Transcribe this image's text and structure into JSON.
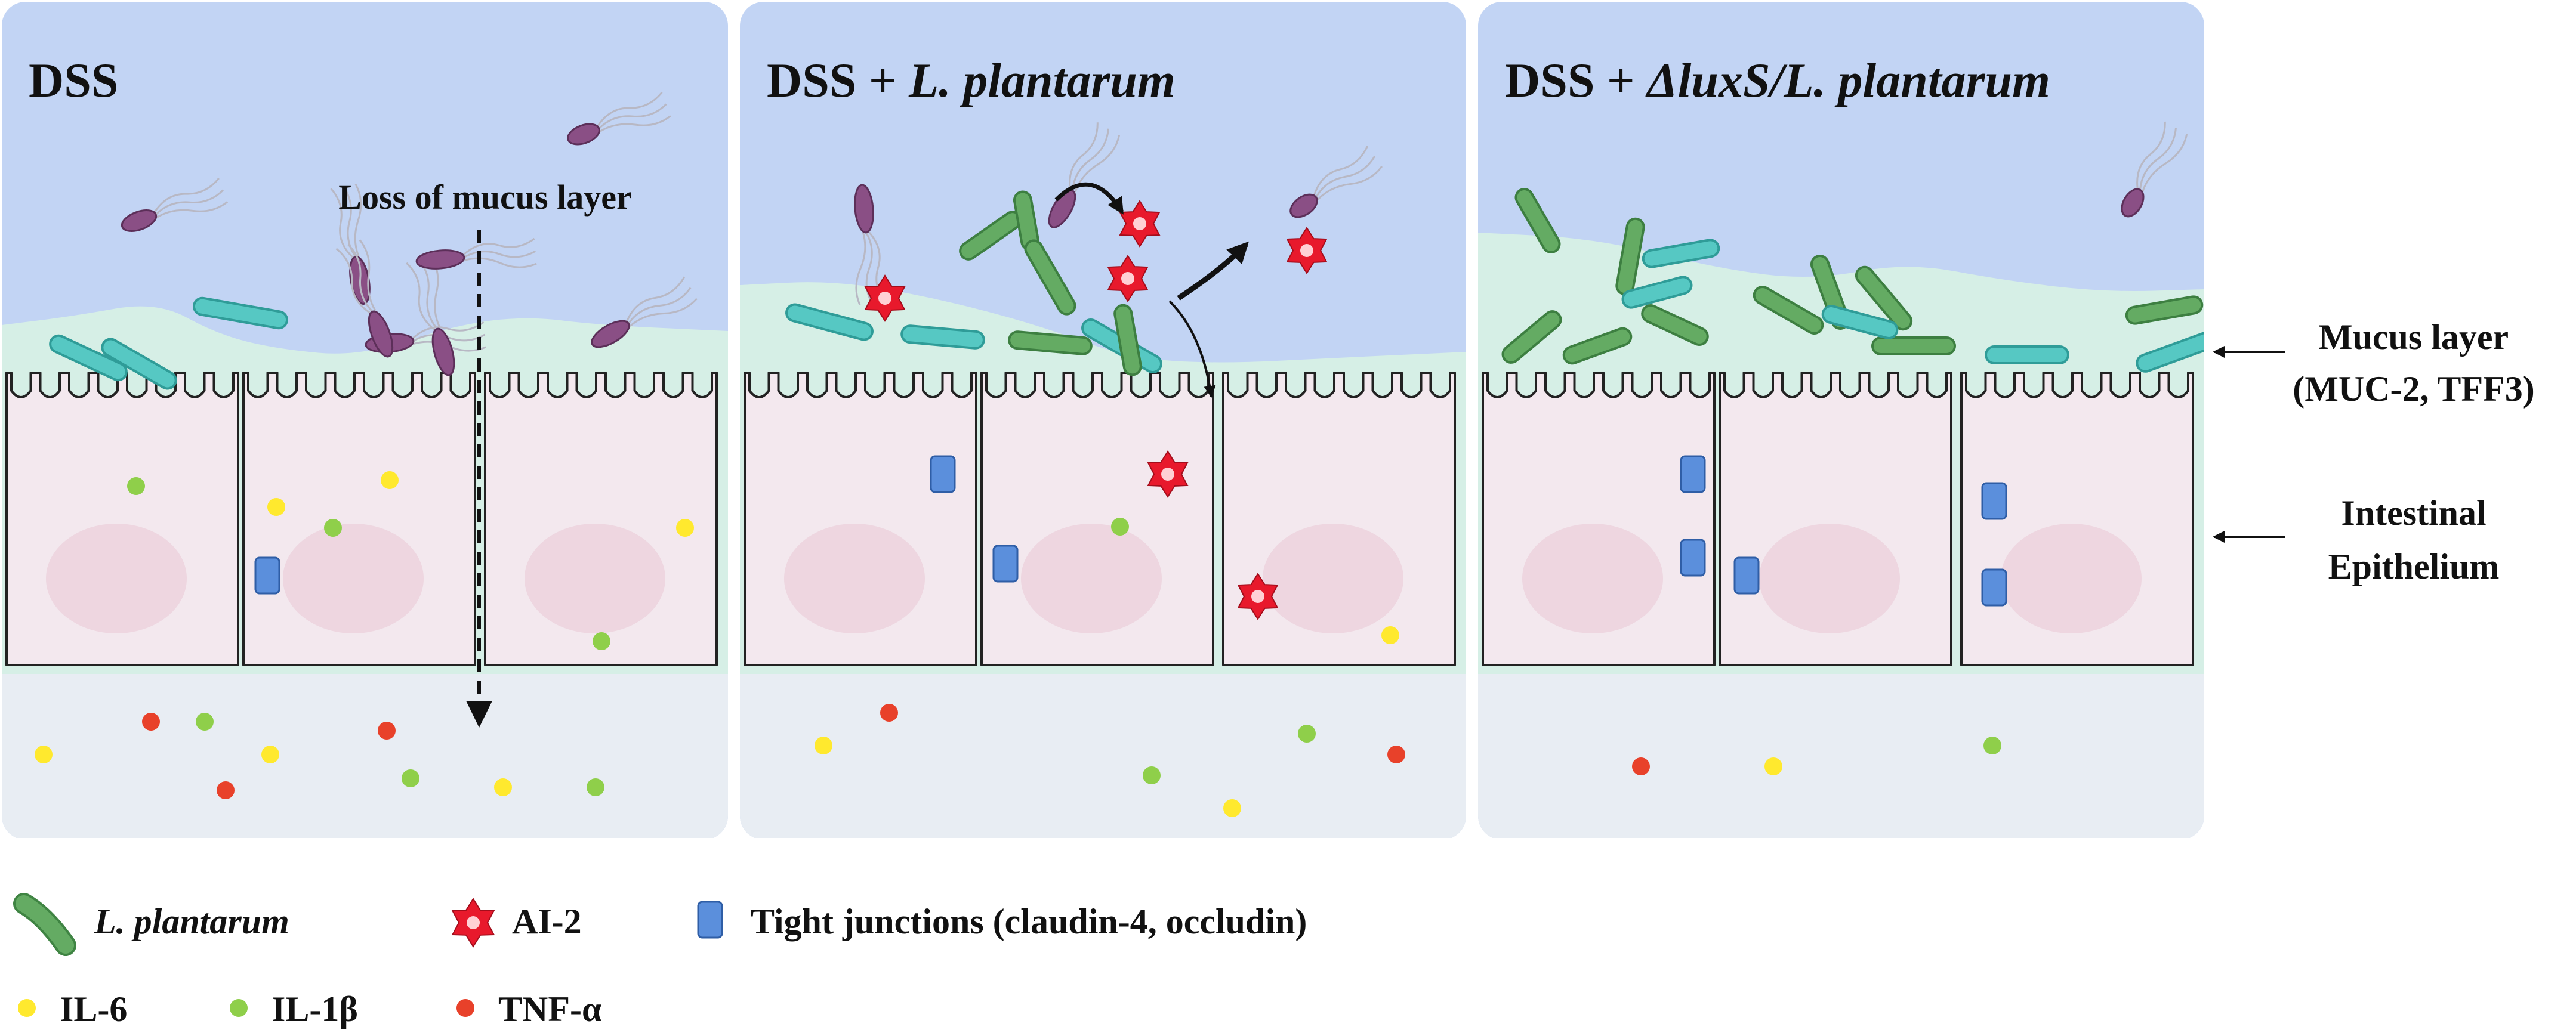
{
  "panels": [
    {
      "id": "dss",
      "title": {
        "parts": [
          {
            "text": "DSS",
            "style": "normal"
          }
        ]
      },
      "annotation": "Loss of mucus layer",
      "mucus": "thin",
      "tight_junctions": 1,
      "ai2": 0,
      "lp_bacteria": 3
    },
    {
      "id": "dss-lp",
      "title": {
        "parts": [
          {
            "text": "DSS + ",
            "style": "normal"
          },
          {
            "text": "L.  plantarum",
            "style": "italic"
          }
        ]
      },
      "annotation": "",
      "mucus": "partial",
      "tight_junctions": 2,
      "ai2": 6,
      "lp_bacteria": 7
    },
    {
      "id": "dss-luxs",
      "title": {
        "parts": [
          {
            "text": "DSS + ",
            "style": "normal"
          },
          {
            "text": "ΔluxS/L.  plantarum",
            "style": "italic"
          }
        ]
      },
      "annotation": "",
      "mucus": "thick",
      "tight_junctions": 5,
      "ai2": 0,
      "lp_bacteria": 12
    }
  ],
  "side_labels": {
    "mucus_line1": "Mucus layer",
    "mucus_line2": "(MUC-2, TFF3)",
    "epi_line1": "Intestinal",
    "epi_line2": "Epithelium"
  },
  "legend": {
    "lp": "L.  plantarum",
    "ai2": "AI-2",
    "tj": "Tight junctions (claudin-4, occludin)",
    "il6": "IL-6",
    "il1b": "IL-1β",
    "tnf": "TNF-α"
  },
  "colors": {
    "lumen": "#c2d4f4",
    "mucus": "#d6efe6",
    "cell": "#f3e8ee",
    "nucleus": "#ecd2dd",
    "lamina": "#e8edf3",
    "lp_green": "#64ab63",
    "cyan": "#56c8c3",
    "purple": "#8a4f85",
    "ai2_red": "#e8192c",
    "tj_blue": "#5b8fdc",
    "il6_yellow": "#ffe92e",
    "il1b_green": "#8fcf4a",
    "tnf_red": "#e8412a"
  }
}
